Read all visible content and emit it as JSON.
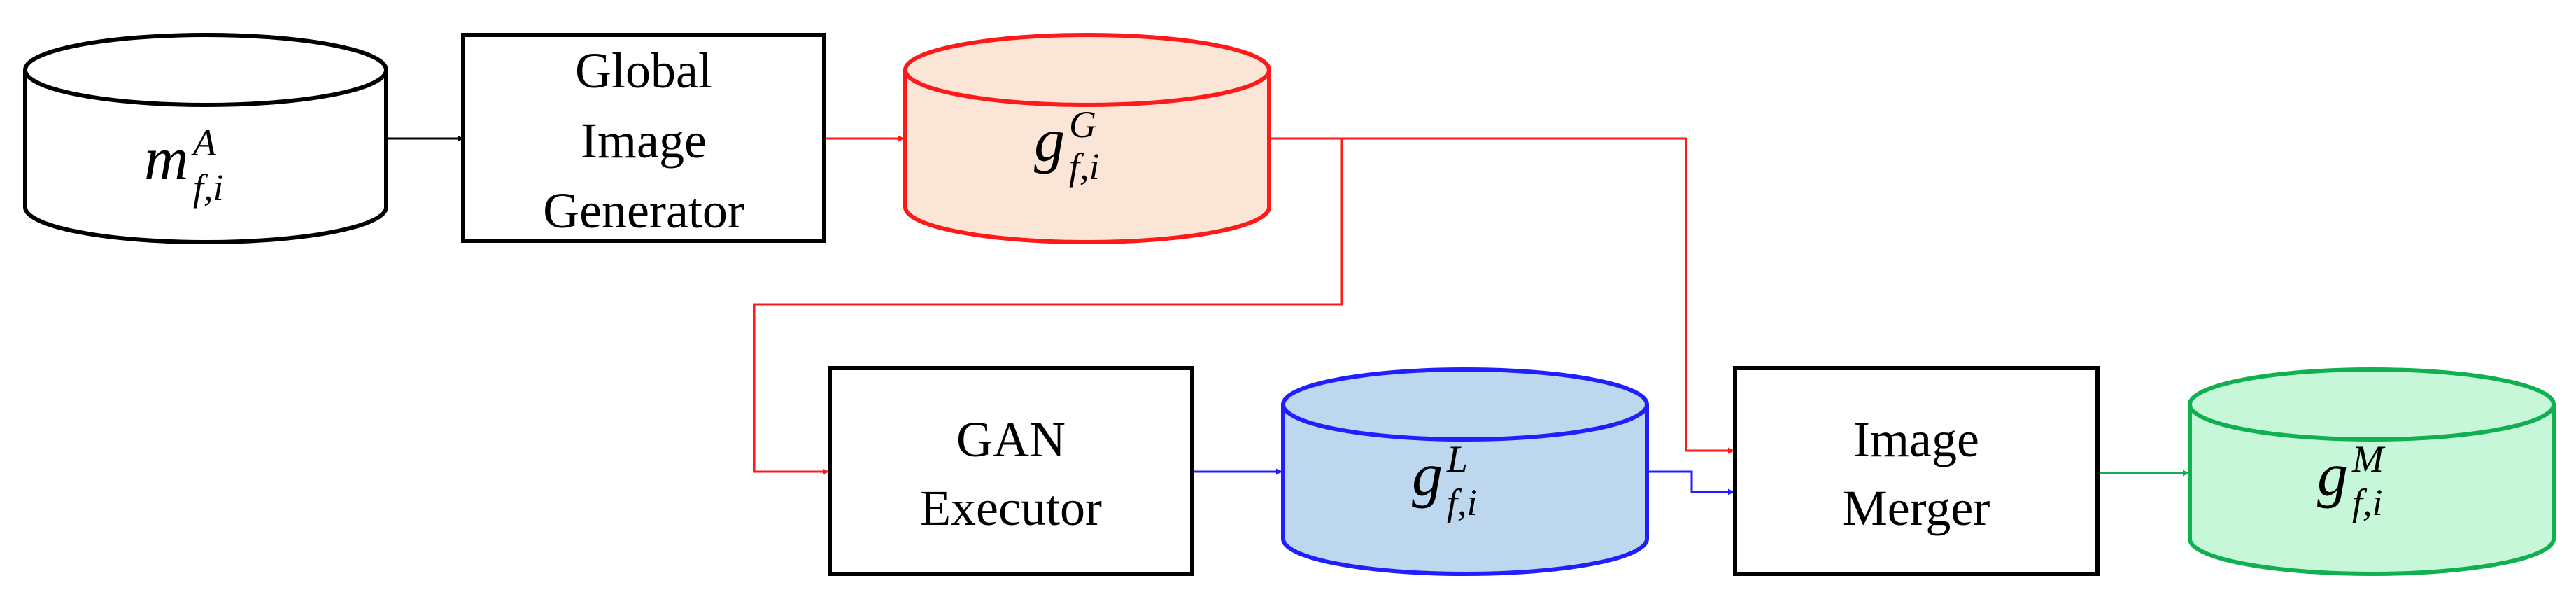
{
  "colors": {
    "black": "#000000",
    "red": "#ff1a1a",
    "red_fill": "#fbe5d6",
    "blue": "#1f1fff",
    "blue_fill": "#bdd7ee",
    "green": "#10b050",
    "green_fill": "#c6f7d8"
  },
  "processes": {
    "global_image_generator": [
      "Global",
      "Image",
      "Generator"
    ],
    "gan_executor": [
      "GAN",
      "Executor"
    ],
    "image_merger": [
      "Image",
      "Merger"
    ]
  },
  "datastores": {
    "m_A": {
      "base": "m",
      "sup": "A",
      "sub": "f,i"
    },
    "g_G": {
      "base": "g",
      "sup": "G",
      "sub": "f,i"
    },
    "g_L": {
      "base": "g",
      "sup": "L",
      "sub": "f,i"
    },
    "g_M": {
      "base": "g",
      "sup": "M",
      "sub": "f,i"
    }
  }
}
